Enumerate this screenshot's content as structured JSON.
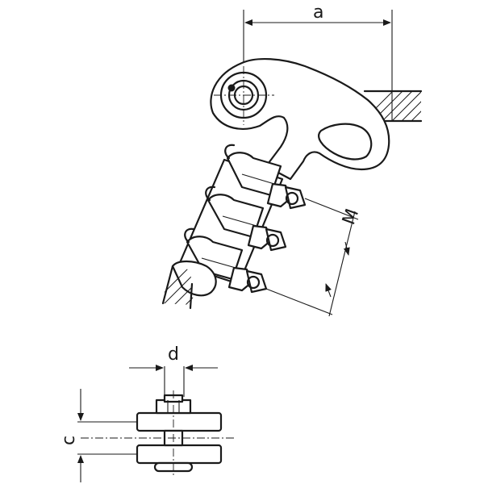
{
  "drawing": {
    "dimensions": {
      "a": "a",
      "m": "M",
      "d": "d",
      "c": "c"
    }
  }
}
